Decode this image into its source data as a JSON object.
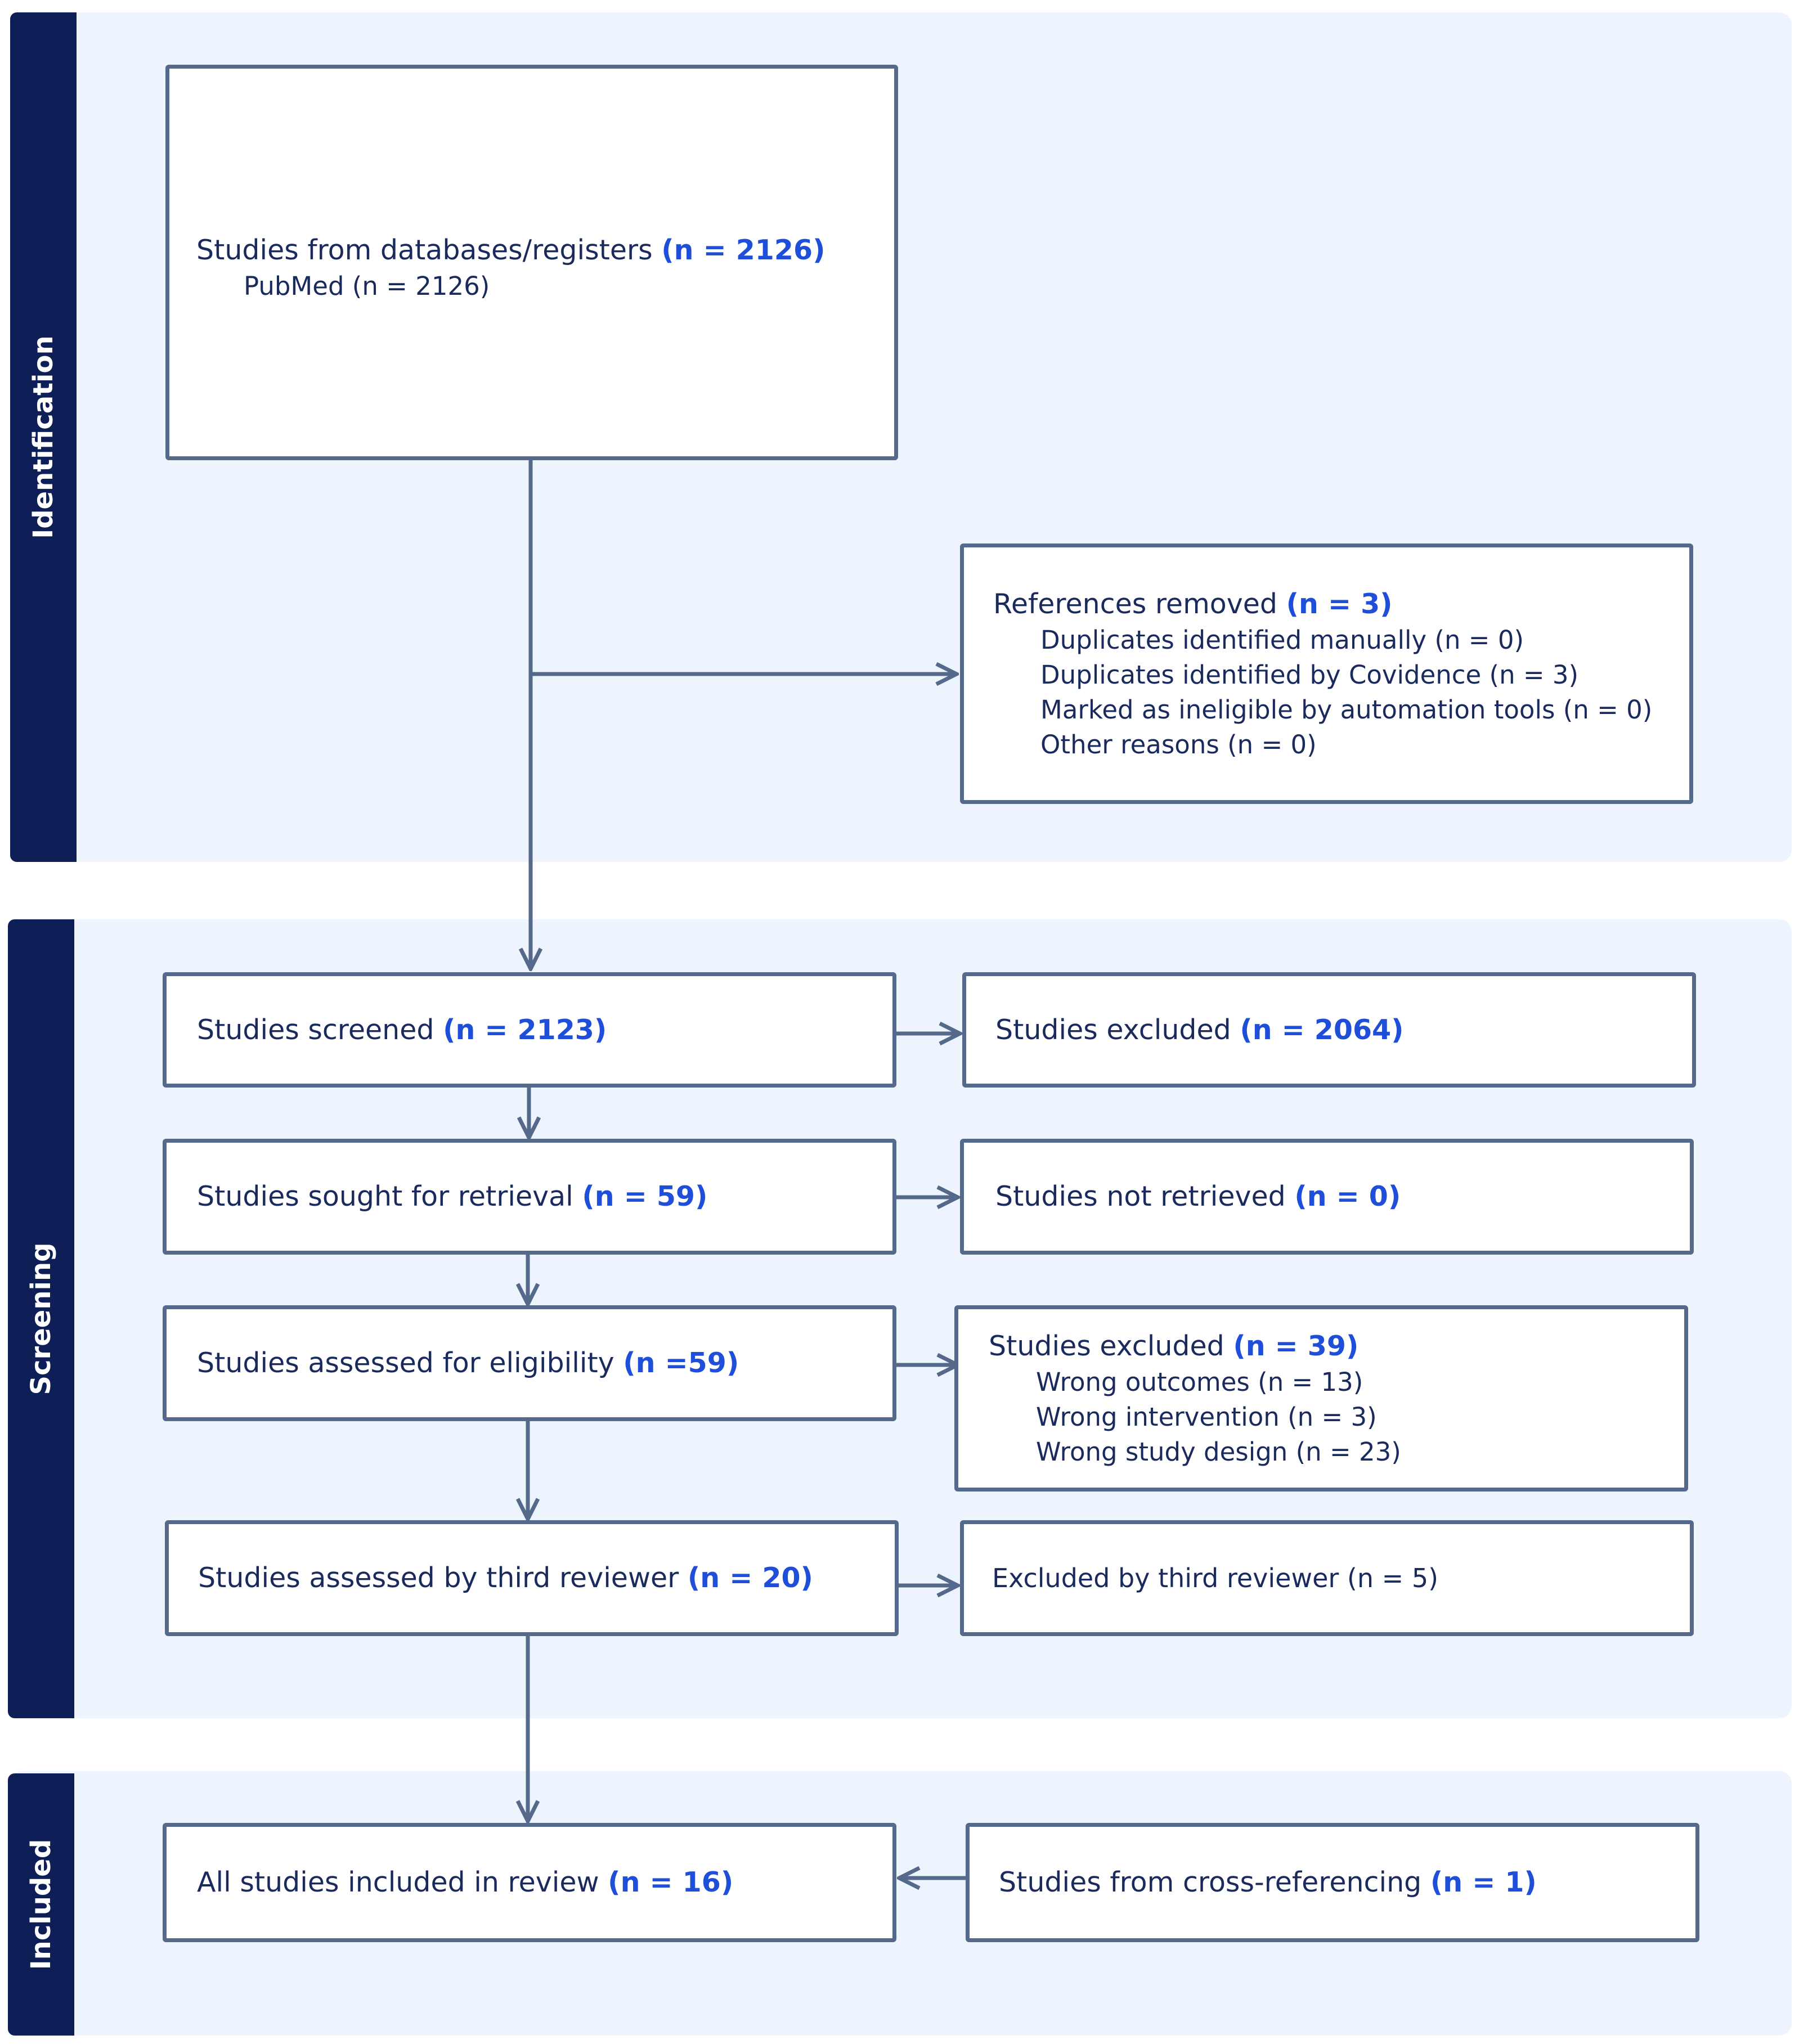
{
  "phases": {
    "identification": "Identification",
    "screening": "Screening",
    "included": "Included"
  },
  "boxes": {
    "databases": {
      "label": "Studies from databases/registers",
      "count": "(n = 2126)",
      "sub": [
        "PubMed (n = 2126)"
      ]
    },
    "removed": {
      "label": "References removed",
      "count": "(n = 3)",
      "sub": [
        "Duplicates identified manually (n = 0)",
        "Duplicates identified by Covidence (n = 3)",
        "Marked as ineligible by automation tools (n = 0)",
        "Other reasons (n = 0)"
      ]
    },
    "screened": {
      "label": "Studies screened",
      "count": "(n = 2123)"
    },
    "excluded_screen": {
      "label": "Studies excluded",
      "count": "(n = 2064)"
    },
    "sought": {
      "label": "Studies sought for retrieval",
      "count": "(n = 59)"
    },
    "not_retrieved": {
      "label": "Studies not retrieved",
      "count": "(n = 0)"
    },
    "eligibility": {
      "label": "Studies assessed for eligibility",
      "count": "(n =59)"
    },
    "excluded_elig": {
      "label": "Studies excluded",
      "count": "(n = 39)",
      "sub": [
        "Wrong outcomes (n = 13)",
        "Wrong intervention (n = 3)",
        "Wrong study design (n = 23)"
      ]
    },
    "third": {
      "label": "Studies assessed by third reviewer",
      "count": "(n = 20)"
    },
    "excluded_third": {
      "label": "Excluded by third reviewer (n = 5)"
    },
    "included": {
      "label": "All studies included in review",
      "count": "(n = 16)"
    },
    "cross": {
      "label": "Studies from cross-referencing",
      "count": "(n = 1)"
    }
  },
  "colors": {
    "tab": "#0d1f56",
    "panel": "#eef4fd",
    "border": "#55698a",
    "count": "#1f4fd8",
    "text": "#1b2a5c"
  }
}
